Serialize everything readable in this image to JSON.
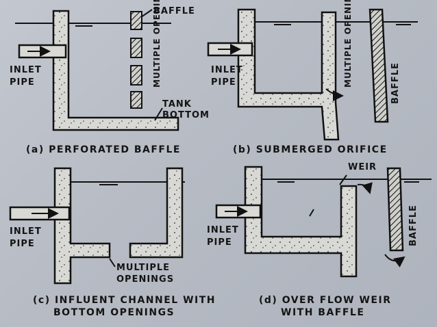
{
  "labels": {
    "baffle_a": "BAFFLE",
    "multiple_openings_a": "MULTIPLE OPENINGS",
    "inlet_a": "INLET",
    "pipe_a": "PIPE",
    "tank_bottom_1": "TANK",
    "tank_bottom_2": "BOTTOM",
    "inlet_b": "INLET",
    "pipe_b": "PIPE",
    "multiple_openings_b": "MULTIPLE OPENINGS",
    "baffle_b": "BAFFLE",
    "inlet_c": "INLET",
    "pipe_c": "PIPE",
    "multiple_c": "MULTIPLE",
    "openings_c": "OPENINGS",
    "weir_d": "WEIR",
    "inlet_d": "INLET",
    "pipe_d": "PIPE",
    "baffle_d": "BAFFLE"
  },
  "captions": {
    "a": "(a) PERFORATED BAFFLE",
    "b": "(b) SUBMERGED ORIFICE",
    "c1": "(c) INFLUENT CHANNEL WITH",
    "c2": "BOTTOM OPENINGS",
    "d1": "(d) OVER FLOW WEIR",
    "d2": "WITH BAFFLE"
  }
}
